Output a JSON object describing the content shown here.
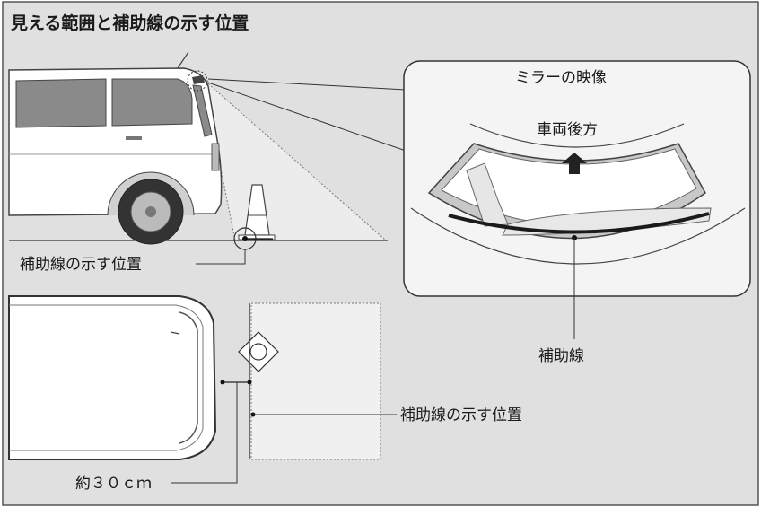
{
  "title": "見える範囲と補助線の示す位置",
  "mirror_view": {
    "heading": "ミラーの映像",
    "direction_label": "車両後方",
    "guide_line_label": "補助線"
  },
  "side_view": {
    "position_label": "補助線の示す位置"
  },
  "top_view": {
    "position_label": "補助線の示す位置",
    "distance_label": "約３０ｃｍ"
  },
  "colors": {
    "background": "#e0e0e0",
    "frame": "#555555",
    "car_body": "#ffffff",
    "car_outline": "#444444",
    "view_area": "#f0f0f0",
    "guide_line": "#1a1a1a"
  }
}
